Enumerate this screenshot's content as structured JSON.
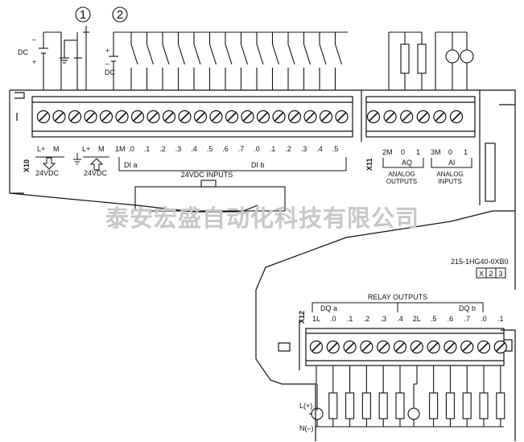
{
  "callouts": [
    "1",
    "2"
  ],
  "supply_labels": {
    "dc": "DC",
    "minus": "–",
    "plus": "+"
  },
  "x10": {
    "block_label": "X10",
    "power_terms": [
      "L+",
      "M"
    ],
    "sensor_terms": [
      "L+",
      "M"
    ],
    "power_label": "24VDC",
    "sensor_label": "24VDC",
    "common_label": "1M",
    "inputs_a": [
      ".0",
      ".1",
      ".2",
      ".3",
      ".4",
      ".5",
      ".6",
      ".7"
    ],
    "inputs_b": [
      ".0",
      ".1",
      ".2",
      ".3",
      ".4",
      ".5"
    ],
    "group_a": "DI a",
    "group_b": "DI b",
    "inputs_title": "24VDC INPUTS"
  },
  "x11": {
    "block_label": "X11",
    "aq_terms": [
      "2M",
      "0",
      "1"
    ],
    "ai_terms": [
      "3M",
      "0",
      "1"
    ],
    "aq_label": "AQ",
    "ai_label": "AI",
    "aq_title": [
      "ANALOG",
      "OUTPUTS"
    ],
    "ai_title": [
      "ANALOG",
      "INPUTS"
    ]
  },
  "watermark": "泰安宏盛自动化科技有限公司",
  "part_number": "215-1HG40-0XB0",
  "version_boxes": [
    "X",
    "2",
    "3"
  ],
  "x12": {
    "block_label": "X12",
    "title": "RELAY OUTPUTS",
    "group_a": "DQ a",
    "group_b": "DQ b",
    "terms_a": [
      "1L",
      ".0",
      ".1",
      ".2",
      ".3",
      ".4"
    ],
    "terms_b": [
      "2L",
      ".5",
      ".6",
      ".7",
      ".0",
      ".1"
    ]
  },
  "ac_labels": [
    "L(+)",
    "N(–)"
  ]
}
